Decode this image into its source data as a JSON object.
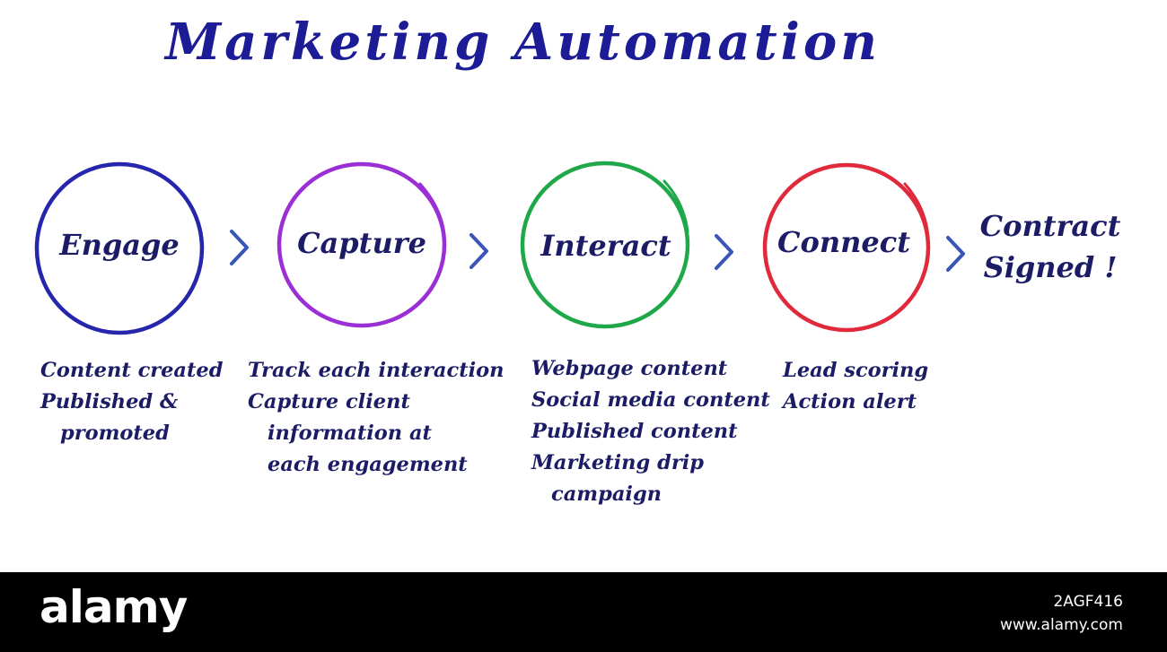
{
  "title": "Marketing Automation",
  "stages": [
    {
      "label": "Engage",
      "color": "#2626ad",
      "details": [
        {
          "text": "Content created"
        },
        {
          "text": "Published &"
        },
        {
          "text": "promoted",
          "indent": true
        }
      ]
    },
    {
      "label": "Capture",
      "color": "#9b2fd6",
      "details": [
        {
          "text": "Track each interaction"
        },
        {
          "text": "Capture client"
        },
        {
          "text": "information at",
          "indent": true
        },
        {
          "text": "each engagement",
          "indent": true
        }
      ]
    },
    {
      "label": "Interact",
      "color": "#1fa84a",
      "details": [
        {
          "text": "Webpage content"
        },
        {
          "text": "Social media content"
        },
        {
          "text": "Published content"
        },
        {
          "text": "Marketing drip"
        },
        {
          "text": "campaign",
          "indent": true
        }
      ]
    },
    {
      "label": "Connect",
      "color": "#e02a3c",
      "details": [
        {
          "text": "Lead scoring"
        },
        {
          "text": "Action alert"
        }
      ]
    }
  ],
  "final": {
    "line1": "Contract",
    "line2": "Signed !"
  },
  "arrow_color": "#3a55b8",
  "text_color": "#1c1c66",
  "footer": {
    "brand": "alamy",
    "image_id": "2AGF416",
    "site": "www.alamy.com"
  }
}
